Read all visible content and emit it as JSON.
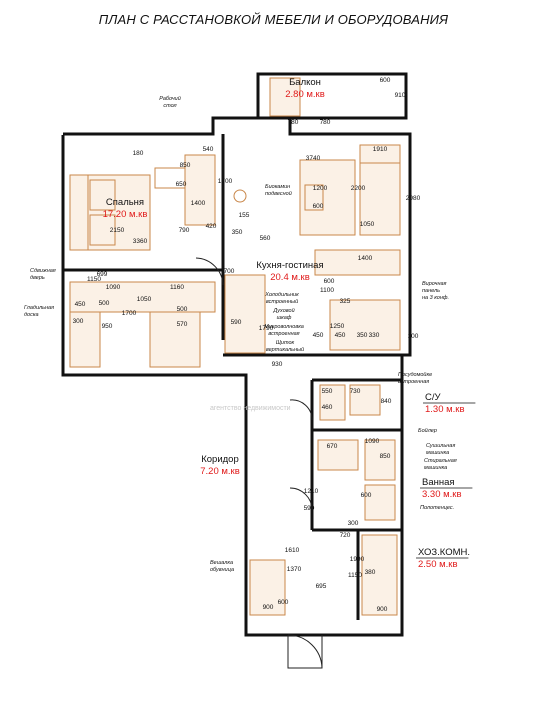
{
  "title": "ПЛАН С РАССТАНОВКОЙ МЕБЕЛИ И ОБОРУДОВАНИЯ",
  "rooms": [
    {
      "id": "balcony",
      "name": "Балкон",
      "area": "2.80 м.кв"
    },
    {
      "id": "bedroom",
      "name": "Спальня",
      "area": "17.20 м.кв"
    },
    {
      "id": "kitchen",
      "name": "Кухня-гостиная",
      "area": "20.4 м.кв"
    },
    {
      "id": "wc",
      "name": "С/У",
      "area": "1.30 м.кв"
    },
    {
      "id": "corridor",
      "name": "Коридор",
      "area": "7.20 м.кв"
    },
    {
      "id": "bathroom",
      "name": "Ванная",
      "area": "3.30 м.кв"
    },
    {
      "id": "storage",
      "name": "ХОЗ.КОМН.",
      "area": "2.50 м.кв"
    }
  ],
  "notes": [
    [
      "Рабочий",
      "стол"
    ],
    [
      "Биокамин",
      "подвесной"
    ],
    [
      "Сдвижная",
      "дверь"
    ],
    [
      "Гладильная",
      "доска"
    ],
    [
      "Холодильник",
      "встроенный"
    ],
    [
      "Духовой",
      "шкаф"
    ],
    [
      "Микроволновка",
      "встроенная"
    ],
    [
      "Щиток",
      "вертикальный"
    ],
    [
      "Вирочная",
      "панель",
      "на 3 конф."
    ],
    [
      "Посудомойке",
      "встроенная"
    ],
    [
      "Бойлер"
    ],
    [
      "Сушильная",
      "машинка"
    ],
    [
      "Стиральная",
      "машинка"
    ],
    [
      "Полотенцес."
    ],
    [
      "Вешалка",
      "обувница"
    ]
  ],
  "dimensions": [
    "600",
    "910",
    "780",
    "780",
    "540",
    "1910",
    "180",
    "850",
    "3740",
    "650",
    "1700",
    "1200",
    "600",
    "2200",
    "2980",
    "155",
    "420",
    "2150",
    "790",
    "1400",
    "1050",
    "3360",
    "350",
    "560",
    "700",
    "1400",
    "699",
    "1150",
    "1090",
    "1050",
    "1160",
    "600",
    "1100",
    "325",
    "450",
    "100",
    "300",
    "500",
    "1700",
    "570",
    "950",
    "500",
    "590",
    "1250",
    "450",
    "450",
    "350",
    "330",
    "1790",
    "930",
    "550",
    "730",
    "460",
    "840",
    "1090",
    "670",
    "850",
    "1210",
    "590",
    "600",
    "300",
    "720",
    "1610",
    "1370",
    "695",
    "1150",
    "1990",
    "380",
    "900",
    "600",
    "900"
  ],
  "watermark": "агентство недвижимости"
}
